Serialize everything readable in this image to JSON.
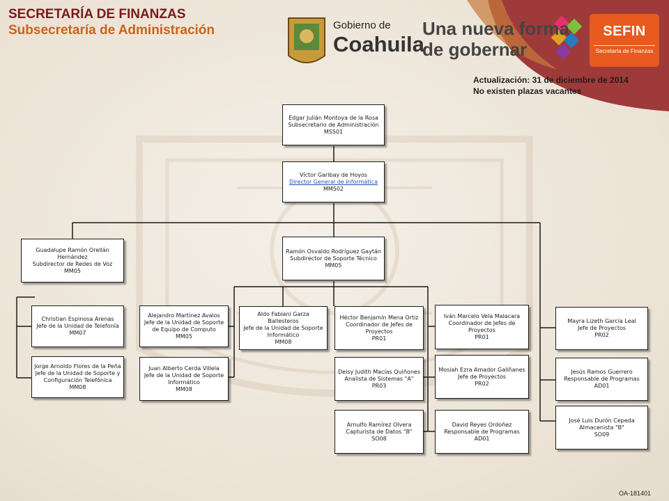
{
  "header": {
    "title": "SECRETARÍA DE FINANZAS",
    "subtitle": "Subsecretaría de Administración",
    "logo_gobierno_line1": "Gobierno de",
    "logo_gobierno_line2": "Coahuila",
    "logo_slogan_line1": "Una nueva forma",
    "logo_slogan_line2": "de gobernar",
    "sefin_big": "SEFIN",
    "sefin_small": "Secretaría de Finanzas",
    "update_line1": "Actualización: 31  de diciembre de 2014",
    "update_line2": "No existen plazas vacantes"
  },
  "colors": {
    "title": "#7a1b1b",
    "subtitle": "#c8641c",
    "swoosh": "#9a3030",
    "sefin": "#e85a1f",
    "link": "#1f4fb5"
  },
  "nodes": {
    "n1": {
      "name": "Edgar Julián Montoya de la Rosa",
      "title": "Subsecretario de Administración",
      "code": "MS501"
    },
    "n2": {
      "name": "Víctor Garibay de Hoyos",
      "title": "Director General de Informática",
      "code": "MM502"
    },
    "n3": {
      "name": "Guadalupe Ramón Orellán Hernández",
      "title": "Subdirector de Redes de Voz",
      "code": "MM05"
    },
    "n4": {
      "name": "Ramón Osvaldo Rodríguez Gaytán",
      "title": "Subdirector de Soporte Técnico",
      "code": "MM05"
    },
    "n5": {
      "name": "Christian  Espinosa Arenas",
      "title": "Jefe de la Unidad de Telefonía",
      "code": "MM07"
    },
    "n6": {
      "name": "Jorge Arnoldo  Flores de la Peña",
      "title": "Jefe de la Unidad de Soporte y Configuración  Telefónica",
      "code": "MM08"
    },
    "n7": {
      "name": "Alejandro  Martínez Avalos",
      "title": "Jefe de la Unidad de Soporte de Equipo de Computo",
      "code": "MM05"
    },
    "n8": {
      "name": "Juan Alberto Cerda Villela",
      "title": "Jefe de la Unidad de Soporte Informático",
      "code": "MM08"
    },
    "n9": {
      "name": "Aldo Fabiani Garza Ballesteros",
      "title": "Jefe de la Unidad de Soporte Informático",
      "code": "MM08"
    },
    "n10": {
      "name": "Héctor Benjamín Mena Ortiz",
      "title": "Coordinador  de Jefes de Proyectos",
      "code": "PR01"
    },
    "n11": {
      "name": "Deisy Judith Macías Quiñones",
      "title": "Analista de Sistemas \"A\"",
      "code": "PR03"
    },
    "n12": {
      "name": "Arnulfo Ramírez Olvera",
      "title": "Capturista  de Datos \"B\"",
      "code": "SO08"
    },
    "n13": {
      "name": "Iván Marcelo Vela Malacara",
      "title": "Coordinador  de Jefes de Proyectos",
      "code": "PR01"
    },
    "n14": {
      "name": "Mosiah Ezra Amador Galiñanes",
      "title": "Jefe de Proyectos",
      "code": "PR02"
    },
    "n15": {
      "name": "David Reyes Ordoñez",
      "title": "Responsable de Programas",
      "code": "AD01"
    },
    "n16": {
      "name": "Mayra Lizeth García  Leal",
      "title": "Jefe de Proyectos",
      "code": "PR02"
    },
    "n17": {
      "name": "Jesús Ramos Guerrero",
      "title": "Responsable de Programas",
      "code": "AD01"
    },
    "n18": {
      "name": "José Luis Durón Cepeda",
      "title": "Almacenista \"B\"",
      "code": "SO09"
    }
  },
  "footer": {
    "code": "OA-181401"
  }
}
